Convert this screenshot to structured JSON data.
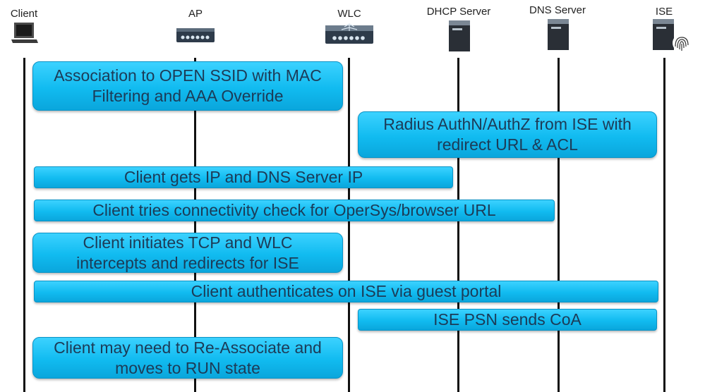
{
  "actors": {
    "client": "Client",
    "ap": "AP",
    "wlc": "WLC",
    "dhcp": "DHCP Server",
    "dns": "DNS Server",
    "ise": "ISE"
  },
  "icons": {
    "client": "laptop-icon",
    "ap": "access-point-icon",
    "wlc": "wireless-controller-icon",
    "dhcp": "server-icon",
    "dns": "server-icon",
    "ise": "server-fingerprint-icon"
  },
  "steps": [
    "Association to OPEN SSID with MAC\nFiltering and AAA Override",
    "Radius AuthN/AuthZ from ISE with\nredirect URL & ACL",
    "Client gets IP and DNS Server IP",
    "Client tries connectivity check for OperSys/browser URL",
    "Client initiates TCP and WLC\nintercepts and redirects for ISE",
    "Client authenticates on ISE via guest portal",
    "ISE PSN sends CoA",
    "Client may need to Re-Associate and\nmoves to RUN state"
  ],
  "colors": {
    "bar_fill": "#18c3f5",
    "lifeline": "#111111"
  }
}
